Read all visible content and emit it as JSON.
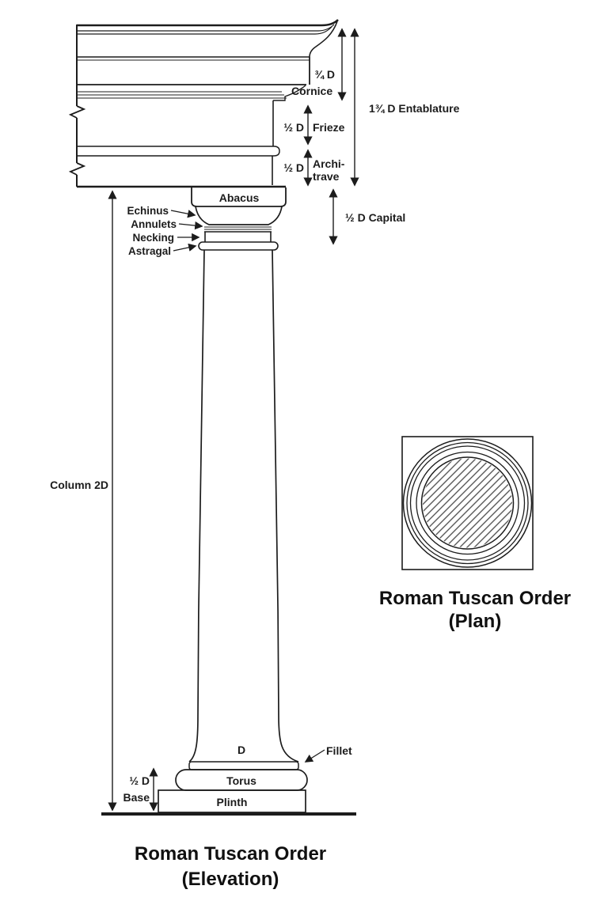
{
  "diagram": {
    "entablature": {
      "cornice_dim": "¾ D",
      "cornice_label": "Cornice",
      "frieze_dim": "½ D",
      "frieze_label": "Frieze",
      "architrave_dim": "½ D",
      "architrave_label_line1": "Archi-",
      "architrave_label_line2": "trave",
      "total_dim": "1¾ D Entablature"
    },
    "capital": {
      "dim": "½ D Capital",
      "abacus": "Abacus",
      "echinus": "Echinus",
      "annulets": "Annulets",
      "necking": "Necking",
      "astragal": "Astragal"
    },
    "column": {
      "height_dim": "Column 2D",
      "diameter": "D"
    },
    "base": {
      "dim_line1": "½ D",
      "dim_line2": "Base",
      "fillet": "Fillet",
      "torus": "Torus",
      "plinth": "Plinth"
    },
    "titles": {
      "elevation_line1": "Roman Tuscan Order",
      "elevation_line2": "(Elevation)",
      "plan_line1": "Roman Tuscan Order",
      "plan_line2": "(Plan)"
    },
    "colors": {
      "ink": "#1c1c1c",
      "background": "#ffffff",
      "hatch": "#4a4a4a"
    }
  }
}
